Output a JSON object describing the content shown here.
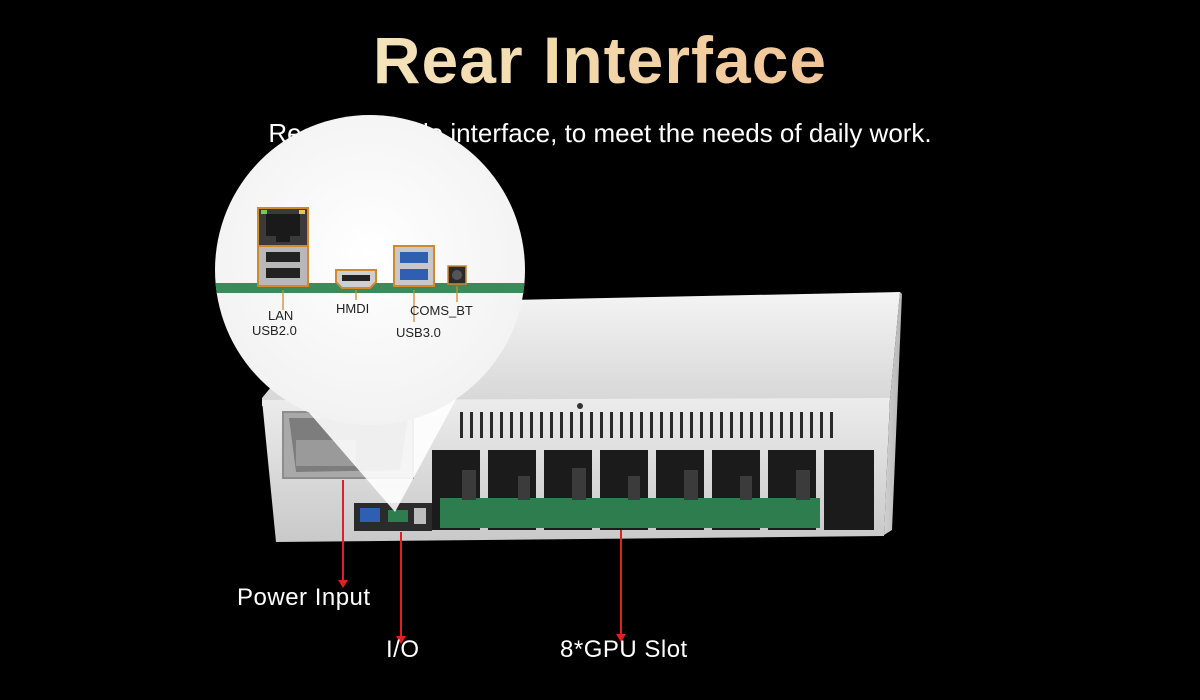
{
  "header": {
    "title": "Rear Interface",
    "subtitle": "Rear rich cable interface, to meet the needs of daily work."
  },
  "zoom_labels": {
    "lan": "LAN",
    "usb2": "USB2.0",
    "hdmi": "HMDI",
    "coms_bt": "COMS_BT",
    "usb3": "USB3.0"
  },
  "callouts": {
    "power_input": "Power Input",
    "io": "I/O",
    "gpu_slot": "8*GPU Slot"
  },
  "colors": {
    "background": "#000000",
    "chassis": "#d9d9d9",
    "pcb": "#2e7d4f",
    "pointer": "#e02020",
    "port_blue": "#2f5fb3"
  }
}
